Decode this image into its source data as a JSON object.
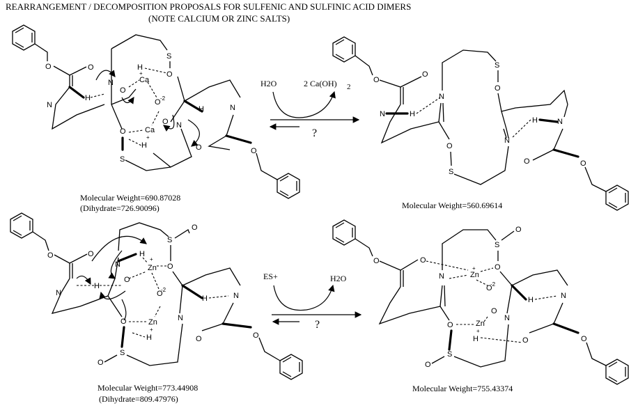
{
  "title": {
    "line1": "REARRANGEMENT / DECOMPOSITION PROPOSALS FOR SULFENIC AND SULFINIC ACID DIMERS",
    "line2": "(NOTE CALCIUM OR ZINC SALTS)"
  },
  "panels": {
    "top_left": {
      "weight": "Molecular Weight=690.87028",
      "hydrate": "(Dihydrate=726.90096)"
    },
    "top_right": {
      "weight": "Molecular Weight=560.69614"
    },
    "bottom_left": {
      "weight": "Molecular Weight=773.44908",
      "hydrate": "(Dihydrate=809.47976)"
    },
    "bottom_right": {
      "weight": "Molecular Weight=755.43374"
    }
  },
  "reactions": {
    "top": {
      "reagent": "H2O",
      "product": "2 Ca(OH)",
      "product_sub": "2",
      "question": "?"
    },
    "bottom": {
      "reagent": "ES+",
      "product": "H2O",
      "question": "?"
    }
  },
  "atoms": {
    "O": "O",
    "N": "N",
    "S": "S",
    "H": "H",
    "Ca": "Ca",
    "Zn": "Zn",
    "plus": "+",
    "minus2": "-2"
  }
}
